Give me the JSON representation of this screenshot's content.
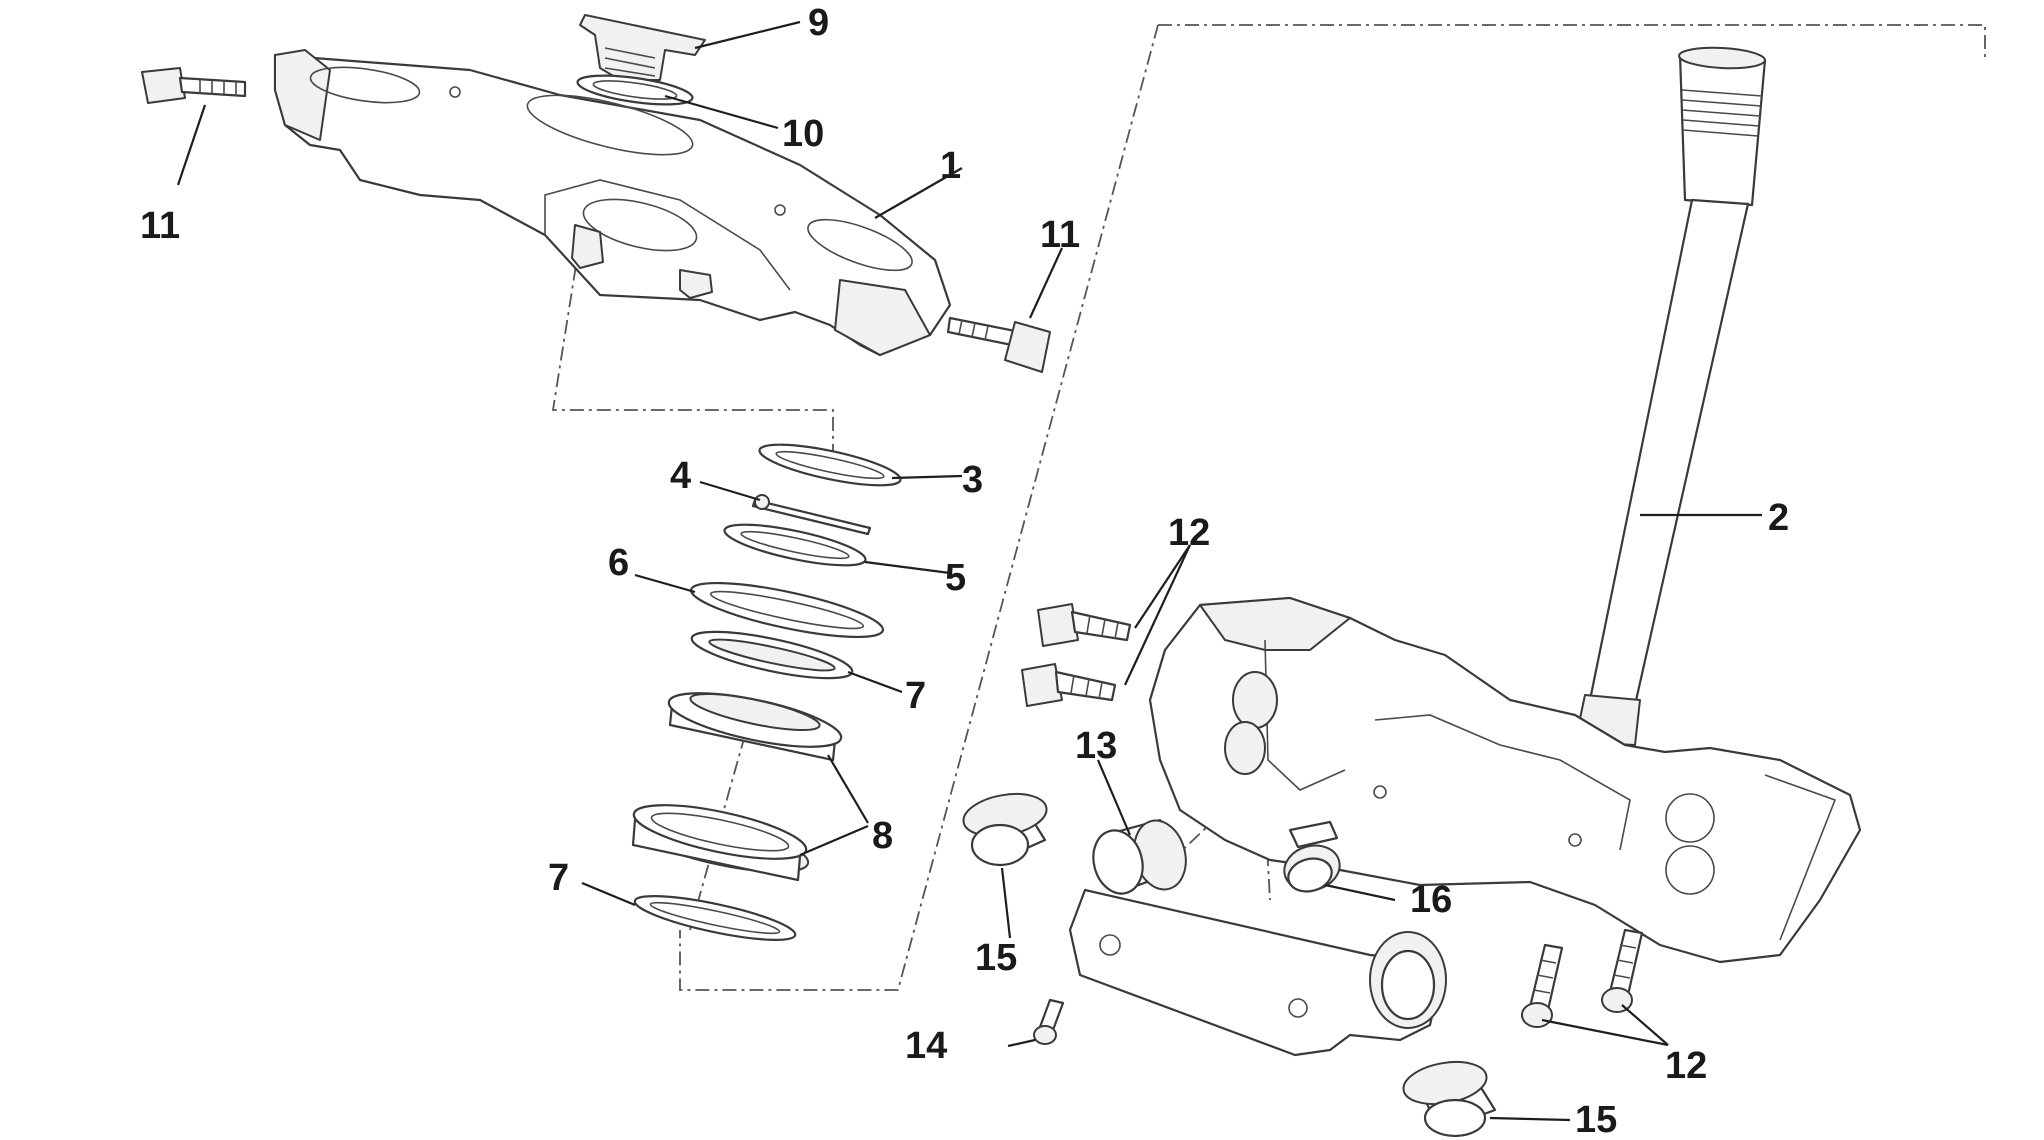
{
  "labels": {
    "upper_yoke": "1",
    "stem": "2",
    "part_3": "3",
    "part_4": "4",
    "part_5": "5",
    "part_6": "6",
    "seal_upper": "7",
    "seal_lower": "7",
    "bearing": "8",
    "cap": "9",
    "washer_10": "10",
    "screw_11_left": "11",
    "screw_11_right": "11",
    "screws_12_left": "12",
    "screws_12_lower": "12",
    "spacer_13": "13",
    "screw_14": "14",
    "plug_15_left": "15",
    "plug_15_lower": "15",
    "pin_16": "16"
  }
}
